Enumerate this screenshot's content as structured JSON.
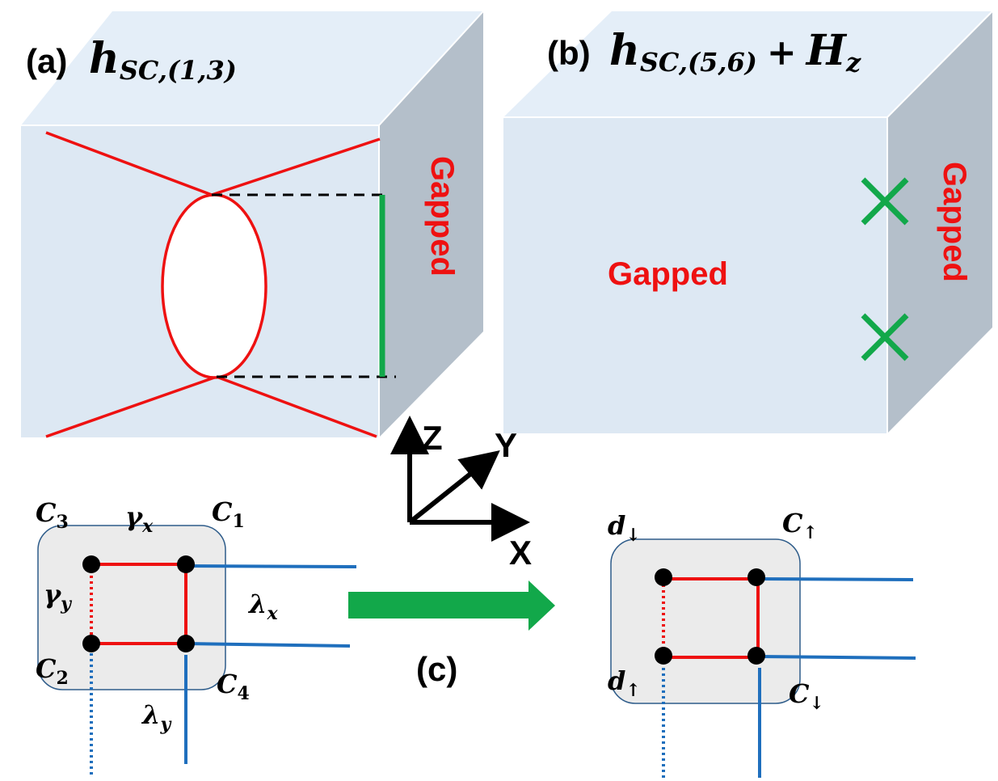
{
  "panel_a": {
    "label": "(a)",
    "hamiltonian": {
      "symbol": "h",
      "subscript": "SC,(1,3)"
    },
    "side_text": "Gapped"
  },
  "panel_b": {
    "label": "(b)",
    "hamiltonian": {
      "symbol": "h",
      "subscript": "SC,(5,6)",
      "plus": "+",
      "field": "H",
      "field_subscript": "z"
    },
    "front_text": "Gapped",
    "side_text": "Gapped"
  },
  "axes": {
    "z": "Z",
    "y": "Y",
    "x": "X"
  },
  "panel_c": {
    "label": "(c)",
    "left": {
      "c3": {
        "base": "C",
        "sub": "3"
      },
      "c1": {
        "base": "C",
        "sub": "1"
      },
      "c2": {
        "base": "C",
        "sub": "2"
      },
      "c4": {
        "base": "C",
        "sub": "4"
      },
      "gamma_x": {
        "base": "γ",
        "sub": "x"
      },
      "gamma_y": {
        "base": "γ",
        "sub": "y"
      },
      "lambda_x": {
        "base": "λ",
        "sub": "x"
      },
      "lambda_y": {
        "base": "λ",
        "sub": "y"
      }
    },
    "right": {
      "d_down": {
        "base": "d",
        "sub": "↓"
      },
      "c_up": {
        "base": "C",
        "sub": "↑"
      },
      "d_up": {
        "base": "d",
        "sub": "↑"
      },
      "c_down": {
        "base": "C",
        "sub": "↓"
      }
    }
  },
  "colors": {
    "cube_front": "#dde8f3",
    "cube_top": "#e4eef8",
    "cube_side": "#b4bfca",
    "red": "#ee1111",
    "green": "#12a84a",
    "blue": "#1f6fbd",
    "black": "#000000",
    "unit_cell": "#ebebeb"
  }
}
